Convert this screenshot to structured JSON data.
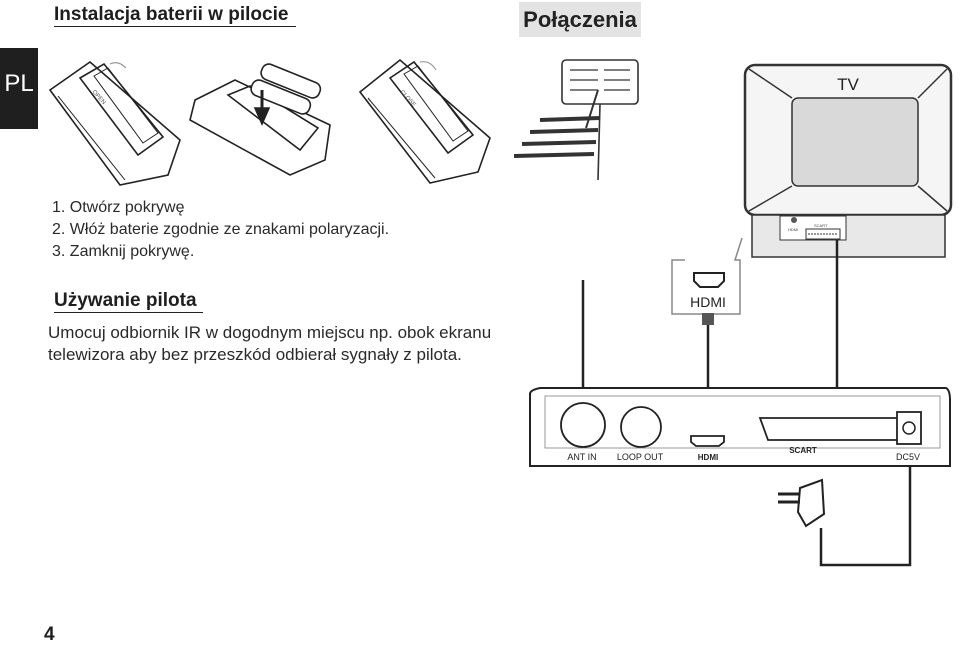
{
  "language_tab": "PL",
  "battery_section": {
    "title": "Instalacja baterii w pilocie",
    "steps": [
      "1. Otwórz pokrywę",
      "2. Włóż baterie zgodnie ze znakami polaryzacji.",
      "3. Zamknij pokrywę."
    ],
    "open_label": "OPEN",
    "close_label": "CLOSE"
  },
  "remote_section": {
    "title": "Używanie pilota",
    "text": "Umocuj odbiornik IR w dogodnym miejscu np. obok ekranu telewizora aby bez przeszkód odbierał sygnały z pilota."
  },
  "connections": {
    "title": "Połączenia",
    "tv_label": "TV",
    "hdmi_callout": "HDMI",
    "tv_port_hdmi": "HDMI",
    "tv_port_scart": "SCART",
    "ports": {
      "ant_in": "ANT IN",
      "loop_out": "LOOP OUT",
      "hdmi": "HDMI",
      "scart": "SCART",
      "dc": "DC5V"
    }
  },
  "page_number": "4"
}
